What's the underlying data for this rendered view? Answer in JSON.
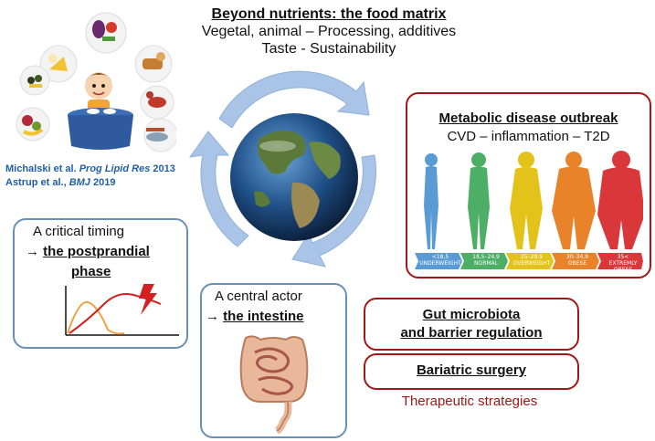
{
  "title": {
    "line1": "Beyond nutrients: the food matrix",
    "line2": "Vegetal, animal – Processing, additives",
    "line3": "Taste - Sustainability"
  },
  "references": {
    "ref1_authors": "Michalski et al. ",
    "ref1_journal": "Prog Lipid Res",
    "ref1_year": " 2013",
    "ref2_authors": "Astrup et al., ",
    "ref2_journal": "BMJ",
    "ref2_year": " 2019"
  },
  "timing": {
    "line1": "A critical timing",
    "arrow": "→ ",
    "line2": "the postprandial",
    "line3": "phase"
  },
  "intestine": {
    "line1": "A central actor",
    "arrow": "→ ",
    "line2": "the intestine"
  },
  "metabolic": {
    "title": "Metabolic disease outbreak",
    "subtitle": "CVD – inflammation – T2D",
    "bmi_categories": [
      {
        "range": "<18,5",
        "label": "UNDERWEIGHT",
        "color": "#5b9bd5"
      },
      {
        "range": "18,5–24,9",
        "label": "NORMAL",
        "color": "#4caf65"
      },
      {
        "range": "25–29,9",
        "label": "OVERWEIGHT",
        "color": "#e3c21a"
      },
      {
        "range": "30–34,9",
        "label": "OBESE",
        "color": "#e8832a"
      },
      {
        "range": "35<",
        "label": "EXTREMLY OBESE",
        "color": "#d9373a"
      }
    ]
  },
  "gut": {
    "line1": "Gut microbiota",
    "line2": "and barrier regulation"
  },
  "bariatric": {
    "label": "Bariatric surgery"
  },
  "therapeutic": {
    "label": "Therapeutic strategies"
  },
  "colors": {
    "accent_red": "#a01818",
    "box_blue": "#6b8fb5",
    "cycle_blue": "#a9c4e6",
    "ref_blue": "#1f5fa8"
  }
}
